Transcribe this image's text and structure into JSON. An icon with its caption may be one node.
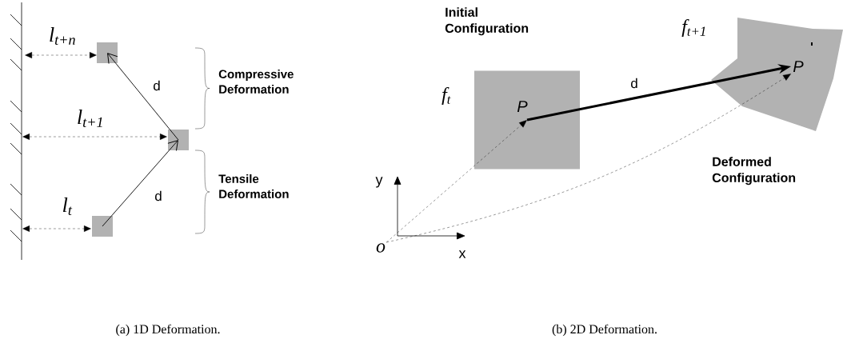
{
  "diagram": {
    "nodes": [
      {
        "text": [],
        "shape": "box",
        "beside": [
          "l$_{t+n}$"
        ]
      },
      {
        "text": [],
        "shape": "box",
        "beside": [
          "l$_{t+1}$"
        ]
      },
      {
        "text": [],
        "shape": "box",
        "beside": [
          "l$_{t}$"
        ]
      },
      {
        "text": [
          "P"
        ],
        "beside": [
          "f$_{t}$"
        ]
      },
      {
        "text": [
          "P"
        ],
        "beside": [
          "f$_{t+1}$",
          "Deformed Configuration"
        ]
      },
      {
        "text": [
          "o"
        ]
      }
    ],
    "edges": [
      {
        "from": 2,
        "to": 1,
        "arrow": "to",
        "label": "d"
      },
      {
        "from": 1,
        "to": 0,
        "arrow": "to",
        "label": "d"
      },
      {
        "from": 3,
        "to": 4,
        "arrow": "to",
        "label": "d",
        "style": "thick"
      },
      {
        "from": 5,
        "to": 3,
        "arrow": "to",
        "style": "dashed"
      },
      {
        "from": 5,
        "to": 4,
        "arrow": "to",
        "style": "dashed"
      }
    ],
    "labels": [
      "Initial Configuration",
      "Compressive Deformation",
      "Tensile Deformation",
      "y",
      "x",
      "(a) 1D Deformation.",
      "(b) 2D Deformation."
    ]
  }
}
